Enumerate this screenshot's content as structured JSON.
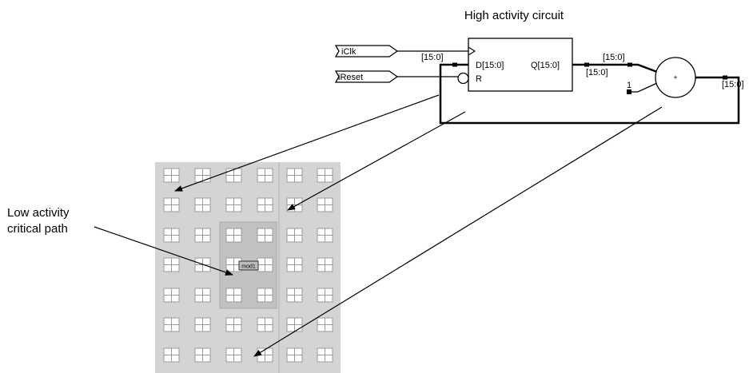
{
  "title": "High activity circuit",
  "side_label": {
    "line1": "Low activity",
    "line2": "critical path"
  },
  "inputs": {
    "clk": "iClk",
    "reset": "iReset"
  },
  "register": {
    "d_port": "D[15:0]",
    "q_port": "Q[15:0]",
    "r_port": "R"
  },
  "adder": {
    "symbol": "+",
    "constant": "1"
  },
  "bus_labels": {
    "d_in": "[15:0]",
    "q_out_top": "[15:0]",
    "q_out_bottom": "[15:0]",
    "adder_out": "[15:0]"
  },
  "floorplan": {
    "module_label": "mod1",
    "rows": 7,
    "cols": 6
  },
  "colors": {
    "floorplan_bg": "#d4d4d4",
    "tile": "#ffffff",
    "tile_border": "#9a9a9a",
    "region": "#c2c2c2",
    "wire": "#000000"
  }
}
